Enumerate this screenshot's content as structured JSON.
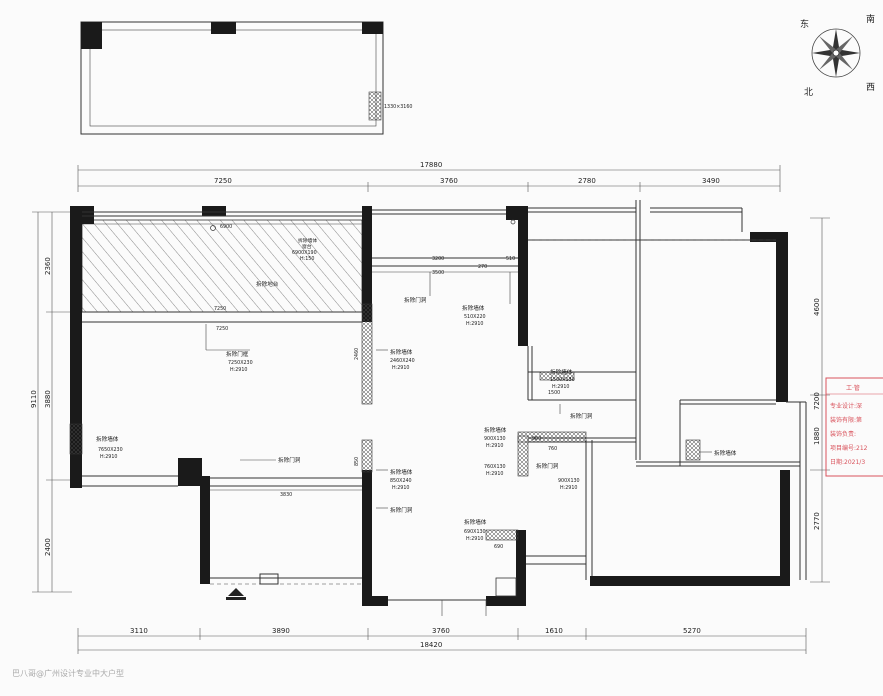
{
  "compass": {
    "east": "东",
    "south": "南",
    "north": "北",
    "west": "西"
  },
  "balcony_plan": {
    "dim_label": "1330×3160"
  },
  "dims_top": {
    "total": "17880",
    "seg": [
      "7250",
      "3760",
      "2780",
      "3490"
    ]
  },
  "dims_bottom": {
    "total": "18420",
    "seg": [
      "3110",
      "3890",
      "3760",
      "1610",
      "5270"
    ]
  },
  "dims_left": {
    "total": "9110",
    "seg": [
      "2360",
      "3880",
      "2400"
    ]
  },
  "dims_right": {
    "top": "4600",
    "mid": [
      "7200",
      "1880"
    ],
    "bottom": "2770"
  },
  "notes": {
    "hatch_center": "拆除地台",
    "hatch_top": [
      "拆除墙体",
      "窗台",
      "6900X190",
      "H:150"
    ],
    "hatch_width_top": "6900",
    "hatch_width_bottom": "7250",
    "hatch_width_bottom2": "7250",
    "door_left": [
      "拆除门框",
      "7250X230",
      "H:2910"
    ],
    "wall_center": [
      "拆除墙体",
      "2460X240",
      "H:2910"
    ],
    "door_center_top": "拆除门洞",
    "wall_center_top": [
      "拆除墙体",
      "510X220",
      "H:2910"
    ],
    "dim_3200": "3200",
    "dim_3500": "3500",
    "dim_510": "510",
    "dim_270": "270",
    "dim_2460": "2460",
    "wall_left_mid": [
      "拆除墙体",
      "7650X230",
      "H:2910"
    ],
    "door_left_lower": "拆除门洞",
    "dim_3830": "3830",
    "wall_center_lower": [
      "拆除墙体",
      "850X240",
      "H:2910"
    ],
    "door_center_lower": "拆除门洞",
    "wall_900": [
      "拆除墙体",
      "900X130",
      "H:2910"
    ],
    "wall_760": [
      "760X130",
      "H:2910"
    ],
    "door_mid_right": "拆除门洞",
    "wall_900b": [
      "900X130",
      "H:2910"
    ],
    "wall_690": [
      "拆除墙体",
      "690X130",
      "H:2910"
    ],
    "wall_1500": [
      "拆除墙体",
      "1500X130",
      "H:2910"
    ],
    "door_right_room": "拆除门洞",
    "wall_right": "拆除墙体",
    "dim_850": "850",
    "dim_900": "900",
    "dim_760": "760",
    "dim_690": "690",
    "dim_1500": "1500"
  },
  "stamp": {
    "title": "工·管",
    "lines": [
      "专业设计:深",
      "装饰有限:第",
      "装饰负责:",
      "项目编号:212",
      "日期:2021/3"
    ]
  },
  "watermark": "巴八哥@广州设计专业中大户型"
}
